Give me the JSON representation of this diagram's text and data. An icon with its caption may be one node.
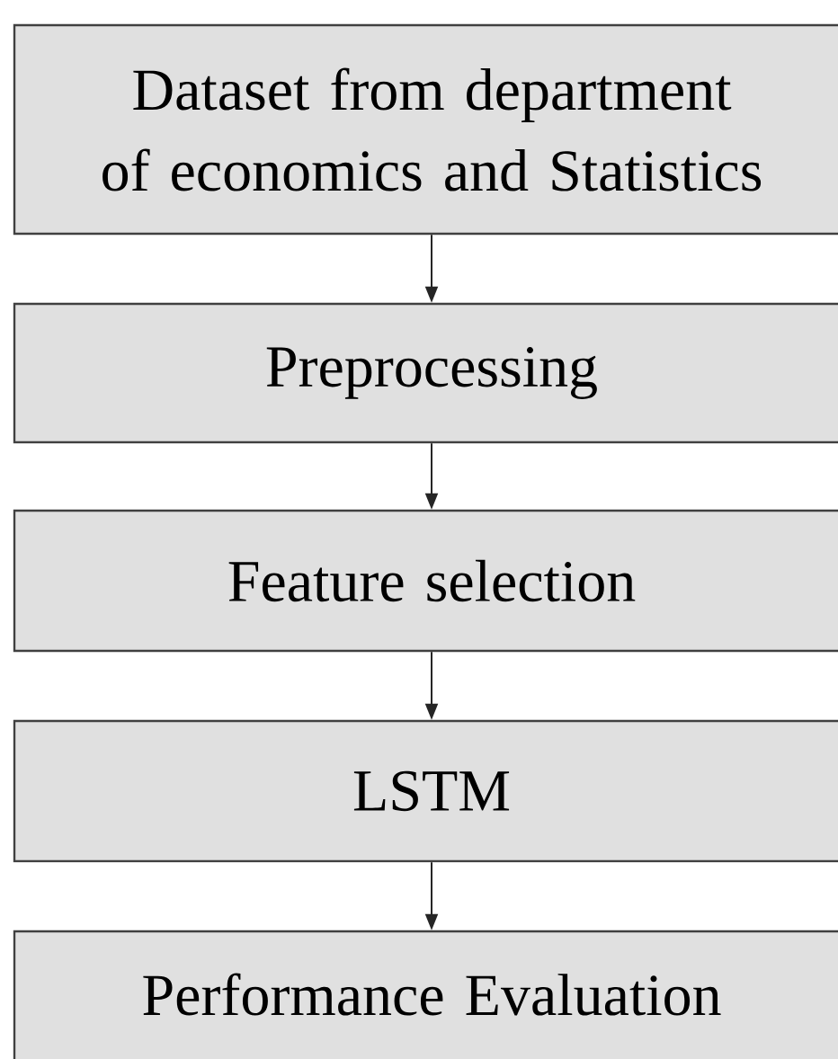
{
  "diagram": {
    "nodes": [
      {
        "text": [
          "Dataset from department of economics and Statistics"
        ]
      },
      {
        "text": [
          "Preprocessing"
        ]
      },
      {
        "text": [
          "Feature selection"
        ]
      },
      {
        "text": [
          "LSTM"
        ]
      },
      {
        "text": [
          "Performance Evaluation"
        ]
      }
    ],
    "edges": [
      {
        "from": 0,
        "to": 1,
        "arrow": "to"
      },
      {
        "from": 1,
        "to": 2,
        "arrow": "to"
      },
      {
        "from": 2,
        "to": 3,
        "arrow": "to"
      },
      {
        "from": 3,
        "to": 4,
        "arrow": "to"
      }
    ]
  }
}
